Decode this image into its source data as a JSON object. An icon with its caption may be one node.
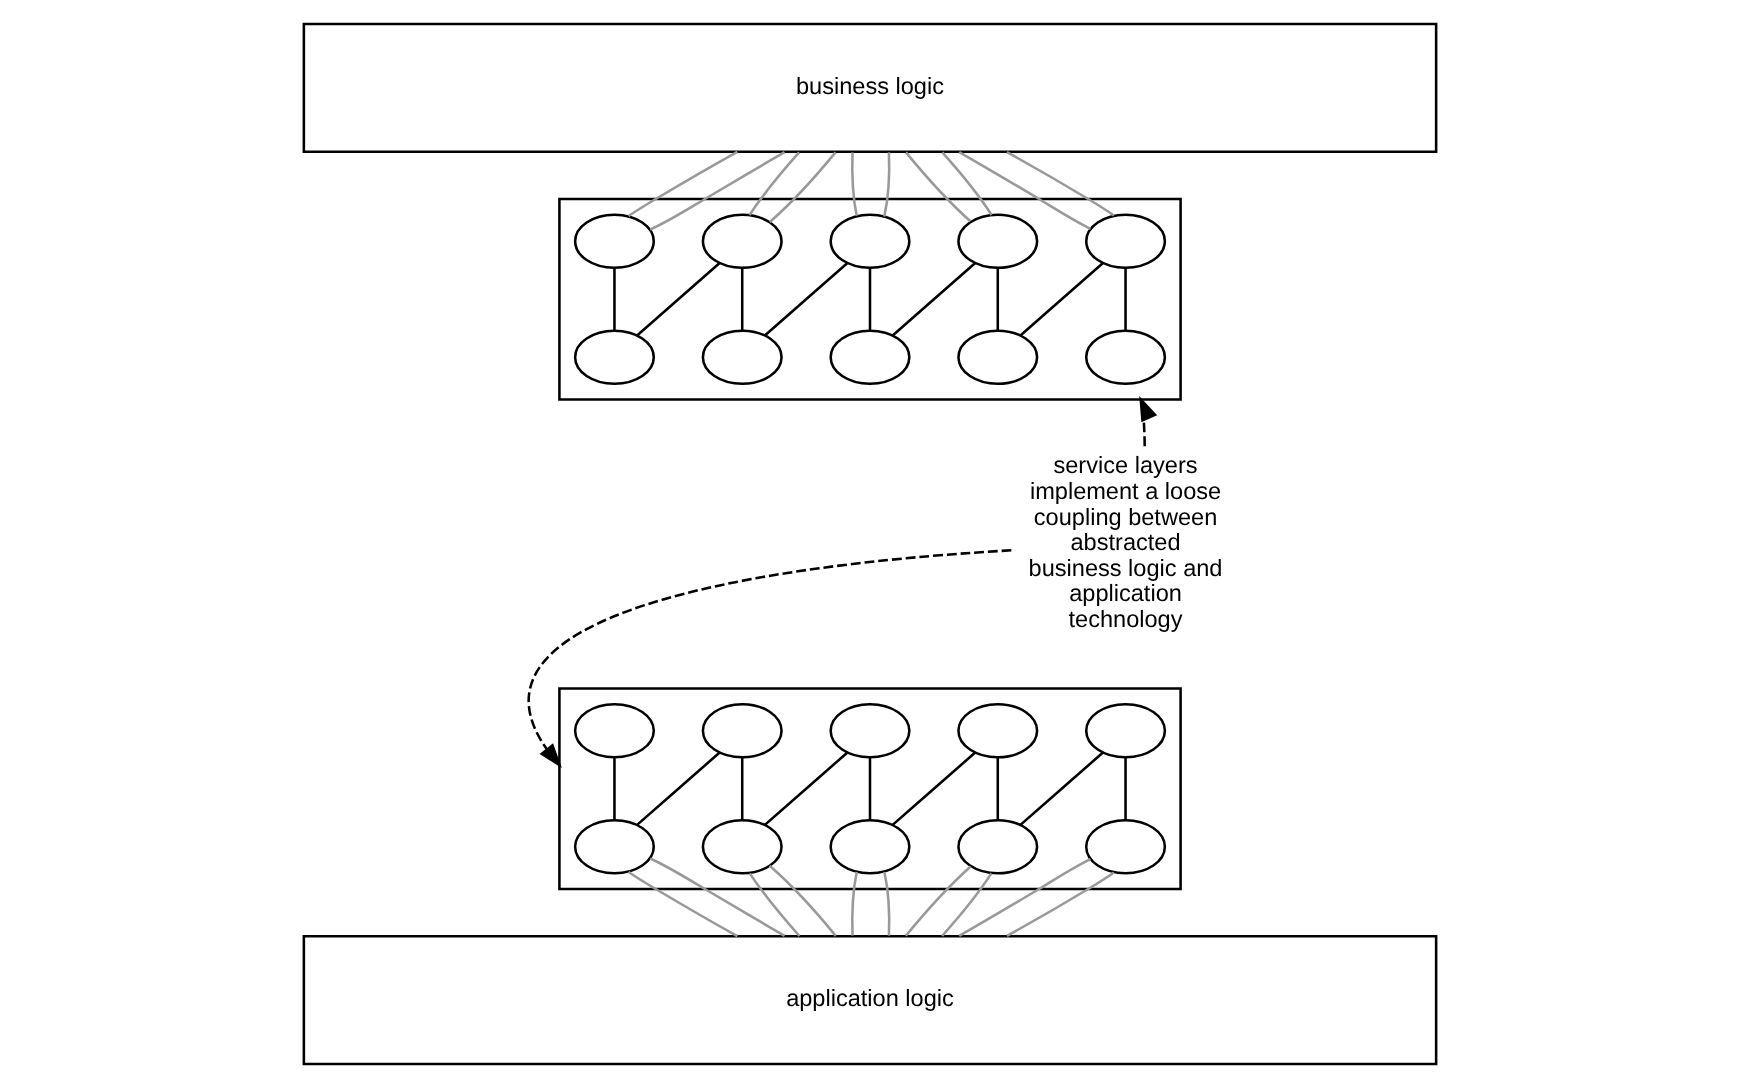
{
  "diagram": {
    "nodes": [
      {
        "text": [
          "business logic"
        ]
      },
      {
        "text": [],
        "shape": "box"
      },
      {
        "text": [],
        "shape": "circle",
        "in": 1
      },
      {
        "text": [],
        "shape": "circle",
        "in": 1
      },
      {
        "text": [],
        "shape": "circle",
        "in": 1
      },
      {
        "text": [],
        "shape": "circle",
        "in": 1
      },
      {
        "text": [],
        "shape": "circle",
        "in": 1
      },
      {
        "text": [],
        "shape": "circle",
        "in": 1
      },
      {
        "text": [],
        "shape": "circle",
        "in": 1
      },
      {
        "text": [],
        "shape": "circle",
        "in": 1
      },
      {
        "text": [],
        "shape": "circle",
        "in": 1
      },
      {
        "text": [],
        "shape": "circle",
        "in": 1
      },
      {
        "text": [
          "service layers implement a loose coupling between abstracted business logic and application technology"
        ]
      },
      {
        "text": [],
        "shape": "box"
      },
      {
        "text": [],
        "shape": "circle",
        "in": 13
      },
      {
        "text": [],
        "shape": "circle",
        "in": 13
      },
      {
        "text": [],
        "shape": "circle",
        "in": 13
      },
      {
        "text": [],
        "shape": "circle",
        "in": 13
      },
      {
        "text": [],
        "shape": "circle",
        "in": 13
      },
      {
        "text": [],
        "shape": "circle",
        "in": 13
      },
      {
        "text": [],
        "shape": "circle",
        "in": 13
      },
      {
        "text": [],
        "shape": "circle",
        "in": 13
      },
      {
        "text": [],
        "shape": "circle",
        "in": 13
      },
      {
        "text": [],
        "shape": "circle",
        "in": 13
      },
      {
        "text": [
          "application logic"
        ]
      }
    ],
    "edges": [
      {
        "from": 0,
        "to": 3,
        "arrow": "none",
        "color": "#999999"
      },
      {
        "from": 0,
        "to": 3,
        "arrow": "none",
        "color": "#999999"
      },
      {
        "from": 0,
        "to": 5,
        "arrow": "none",
        "color": "#999999"
      },
      {
        "from": 0,
        "to": 5,
        "arrow": "none",
        "color": "#999999"
      },
      {
        "from": 0,
        "to": 7,
        "arrow": "none",
        "color": "#999999"
      },
      {
        "from": 0,
        "to": 7,
        "arrow": "none",
        "color": "#999999"
      },
      {
        "from": 0,
        "to": 9,
        "arrow": "none",
        "color": "#999999"
      },
      {
        "from": 0,
        "to": 9,
        "arrow": "none",
        "color": "#999999"
      },
      {
        "from": 0,
        "to": 11,
        "arrow": "none",
        "color": "#999999"
      },
      {
        "from": 0,
        "to": 11,
        "arrow": "none",
        "color": "#999999"
      },
      {
        "from": 3,
        "to": 2,
        "arrow": "none",
        "color": "#000000"
      },
      {
        "from": 3,
        "to": 4,
        "arrow": "none",
        "color": "#000000"
      },
      {
        "from": 5,
        "to": 4,
        "arrow": "none",
        "color": "#000000"
      },
      {
        "from": 5,
        "to": 6,
        "arrow": "none",
        "color": "#000000"
      },
      {
        "from": 7,
        "to": 6,
        "arrow": "none",
        "color": "#000000"
      },
      {
        "from": 7,
        "to": 8,
        "arrow": "none",
        "color": "#000000"
      },
      {
        "from": 9,
        "to": 8,
        "arrow": "none",
        "color": "#000000"
      },
      {
        "from": 9,
        "to": 10,
        "arrow": "none",
        "color": "#000000"
      },
      {
        "from": 11,
        "to": 10,
        "arrow": "none",
        "color": "#000000"
      },
      {
        "from": 12,
        "to": 1,
        "arrow": "to",
        "style": "dashed",
        "color": "#000000"
      },
      {
        "from": 12,
        "to": 13,
        "arrow": "to",
        "style": "dashed",
        "color": "#000000"
      },
      {
        "from": 15,
        "to": 14,
        "arrow": "none",
        "color": "#000000"
      },
      {
        "from": 15,
        "to": 16,
        "arrow": "none",
        "color": "#000000"
      },
      {
        "from": 17,
        "to": 16,
        "arrow": "none",
        "color": "#000000"
      },
      {
        "from": 17,
        "to": 18,
        "arrow": "none",
        "color": "#000000"
      },
      {
        "from": 19,
        "to": 18,
        "arrow": "none",
        "color": "#000000"
      },
      {
        "from": 19,
        "to": 20,
        "arrow": "none",
        "color": "#000000"
      },
      {
        "from": 21,
        "to": 20,
        "arrow": "none",
        "color": "#000000"
      },
      {
        "from": 21,
        "to": 22,
        "arrow": "none",
        "color": "#000000"
      },
      {
        "from": 23,
        "to": 22,
        "arrow": "none",
        "color": "#000000"
      },
      {
        "from": 14,
        "to": 24,
        "arrow": "none",
        "color": "#999999"
      },
      {
        "from": 14,
        "to": 24,
        "arrow": "none",
        "color": "#999999"
      },
      {
        "from": 16,
        "to": 24,
        "arrow": "none",
        "color": "#999999"
      },
      {
        "from": 16,
        "to": 24,
        "arrow": "none",
        "color": "#999999"
      },
      {
        "from": 18,
        "to": 24,
        "arrow": "none",
        "color": "#999999"
      },
      {
        "from": 18,
        "to": 24,
        "arrow": "none",
        "color": "#999999"
      },
      {
        "from": 20,
        "to": 24,
        "arrow": "none",
        "color": "#999999"
      },
      {
        "from": 20,
        "to": 24,
        "arrow": "none",
        "color": "#999999"
      },
      {
        "from": 22,
        "to": 24,
        "arrow": "none",
        "color": "#999999"
      },
      {
        "from": 22,
        "to": 24,
        "arrow": "none",
        "color": "#999999"
      }
    ]
  }
}
